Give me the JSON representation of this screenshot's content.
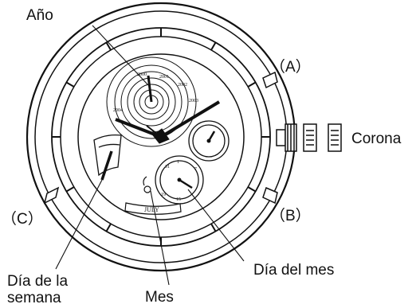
{
  "labels": {
    "year": "Año",
    "button_a": "（A）",
    "crown": "Corona",
    "button_c": "（C）",
    "button_b": "（B）",
    "day_of_week": "Día de la\nsemana",
    "month": "Mes",
    "day_of_month": "Día del mes"
  },
  "dial_text": {
    "month_window": "JULY",
    "year_marks": [
      "2000",
      "2001",
      "2002",
      "2003",
      "2004"
    ],
    "date_numbers": [
      "1",
      "7",
      "31",
      "15",
      "19"
    ]
  },
  "colors": {
    "ink": "#111111",
    "paper": "#ffffff"
  },
  "icons": [
    "crown-icon",
    "button-a-icon",
    "button-b-icon",
    "button-c-icon",
    "moon-icon"
  ]
}
